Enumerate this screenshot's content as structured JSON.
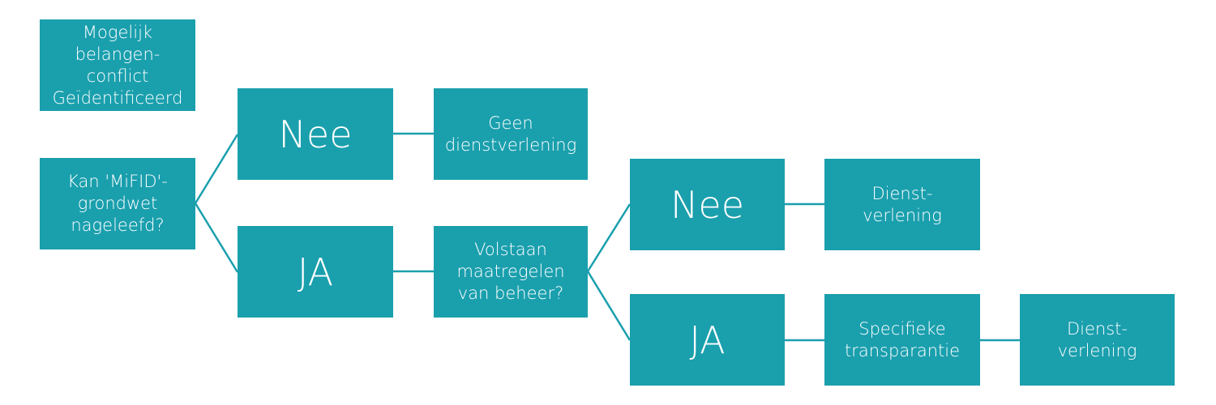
{
  "colors": {
    "box_fill": "#1a9fad",
    "text": "#ffffff",
    "connector": "#1a9fad"
  },
  "nodes": {
    "identified": "Mogelijk belangen-conflict Geïdentificeerd",
    "question_mifid": "Kan 'MiFID'-grondwet nageleefd?",
    "nee_1": "Nee",
    "ja_1": "JA",
    "geen_dienstverlening": "Geen dienstverlening",
    "question_maatregelen": "Volstaan maatregelen van beheer?",
    "nee_2": "Nee",
    "ja_2": "JA",
    "dienstverlening_1": "Dienst-verlening",
    "specifieke_transparantie": "Specifieke transparantie",
    "dienstverlening_2": "Dienst-verlening"
  }
}
